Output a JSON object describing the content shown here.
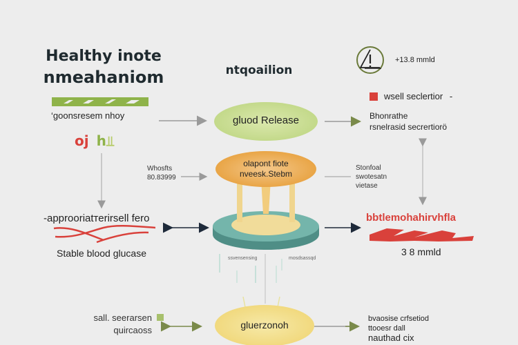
{
  "title": {
    "line1": "Healthy inote",
    "line2": "nmeahaniom"
  },
  "subhead": "ntqoailion",
  "left": {
    "caption": "‘goonsresem nhoy",
    "icon_text_red": "oj",
    "icon_text_green": "h",
    "mid_label": "-approoriatтеrirsell fero",
    "stable_label": "Stable blood glucase",
    "bottom_label_line1": "sall. seerarsen",
    "bottom_label_line2": "quircaoss"
  },
  "center": {
    "top_ellipse_label": "gluod Release",
    "orange_label_line1": "olapont fiote",
    "orange_label_line2": "nveesk.Stebm",
    "bottom_ellipse_label": "gluerzonoh",
    "small_left": "ssvensensing",
    "small_right": "mosdsassqd",
    "left_note_line1": "Whosfts",
    "left_note_line2": "80.83999",
    "right_note_line1": "Stonfoal",
    "right_note_line2": "swotesatn",
    "right_note_line3": "vietase"
  },
  "right": {
    "warning_value": "+13.8 mmld",
    "legend_label": "wsell seclertior",
    "legend_dash": "-",
    "secretion_line1": "Bhonrathe",
    "secretion_line2": "rsnelrasid secrertiorö",
    "red_heading": "bbtlemohahirvhfla",
    "value": "3 8 mmld",
    "bottom_line1": "bvaosise crfsetiod",
    "bottom_line2": "ttooesr dall",
    "bottom_line3": "nauthad cix"
  },
  "colors": {
    "background": "#ededed",
    "green": "#8fb34a",
    "light_green": "#d4e3a1",
    "orange": "#eca94a",
    "teal": "#6fb3a9",
    "cream": "#f0dc9b",
    "yellow": "#f2dd88",
    "red": "#d9413b",
    "navy": "#1e2a3a",
    "olive": "#7a8a4a",
    "gray_arrow": "#9a9a9a"
  }
}
